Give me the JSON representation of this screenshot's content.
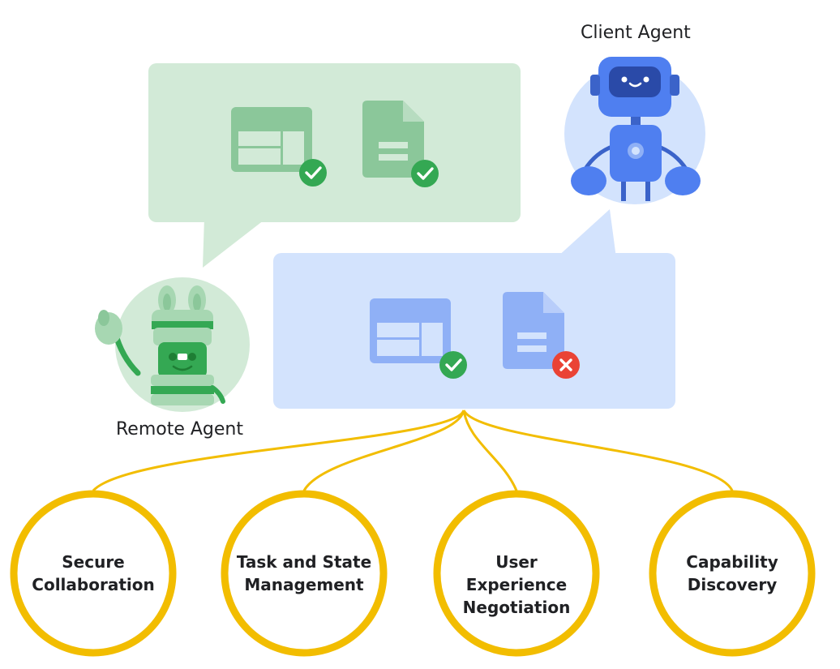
{
  "agents": {
    "client_label": "Client Agent",
    "remote_label": "Remote Agent"
  },
  "remote_bubble": {
    "items": [
      {
        "icon": "layout-icon",
        "status": "check"
      },
      {
        "icon": "document-icon",
        "status": "check"
      }
    ]
  },
  "client_bubble": {
    "items": [
      {
        "icon": "layout-icon",
        "status": "check"
      },
      {
        "icon": "document-icon",
        "status": "error"
      }
    ]
  },
  "capabilities": [
    {
      "line1": "Secure",
      "line2": "Collaboration"
    },
    {
      "line1": "Task and State",
      "line2": "Management"
    },
    {
      "line1": "User Experience",
      "line2": "Negotiation"
    },
    {
      "line1": "Capability",
      "line2": "Discovery"
    }
  ],
  "colors": {
    "green_bubble": "#d2ead7",
    "green_icon": "#8bc79a",
    "blue_bubble": "#d3e3fd",
    "blue_icon": "#8fb0f6",
    "check_green": "#34a853",
    "error_red": "#ea4335",
    "connector_yellow": "#f2bd00",
    "robot_blue": "#4f7ff0"
  }
}
